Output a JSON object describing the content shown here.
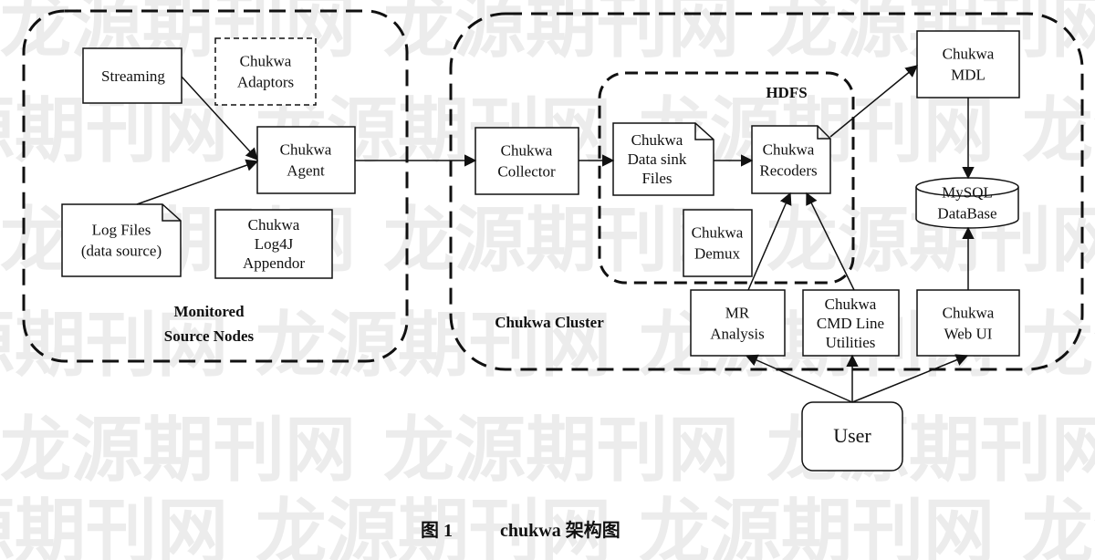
{
  "watermark": {
    "text": "龙源期刊网",
    "color": "#ececec"
  },
  "groups": {
    "source_nodes": {
      "label_line1": "Monitored",
      "label_line2": "Source Nodes"
    },
    "cluster": {
      "label": "Chukwa Cluster"
    },
    "hdfs": {
      "label": "HDFS"
    }
  },
  "nodes": {
    "streaming": {
      "lines": [
        "Streaming"
      ]
    },
    "adaptors": {
      "lines": [
        "Chukwa",
        "Adaptors"
      ]
    },
    "agent": {
      "lines": [
        "Chukwa",
        "Agent"
      ]
    },
    "log_files": {
      "lines": [
        "Log Files",
        "(data source)"
      ]
    },
    "log4j": {
      "lines": [
        "Chukwa",
        "Log4J",
        "Appendor"
      ]
    },
    "collector": {
      "lines": [
        "Chukwa",
        "Collector"
      ]
    },
    "data_sink": {
      "lines": [
        "Chukwa",
        "Data sink",
        "Files"
      ]
    },
    "recorders": {
      "lines": [
        "Chukwa",
        "Recoders"
      ]
    },
    "demux": {
      "lines": [
        "Chukwa",
        "Demux"
      ]
    },
    "mdl": {
      "lines": [
        "Chukwa",
        "MDL"
      ]
    },
    "mysql": {
      "lines": [
        "MySQL",
        "DataBase"
      ]
    },
    "mr": {
      "lines": [
        "MR",
        "Analysis"
      ]
    },
    "cmd": {
      "lines": [
        "Chukwa",
        "CMD Line",
        "Utilities"
      ]
    },
    "webui": {
      "lines": [
        "Chukwa",
        "Web UI"
      ]
    },
    "user": {
      "lines": [
        "User"
      ]
    }
  },
  "caption": {
    "figure": "图 1",
    "title": "chukwa 架构图"
  }
}
